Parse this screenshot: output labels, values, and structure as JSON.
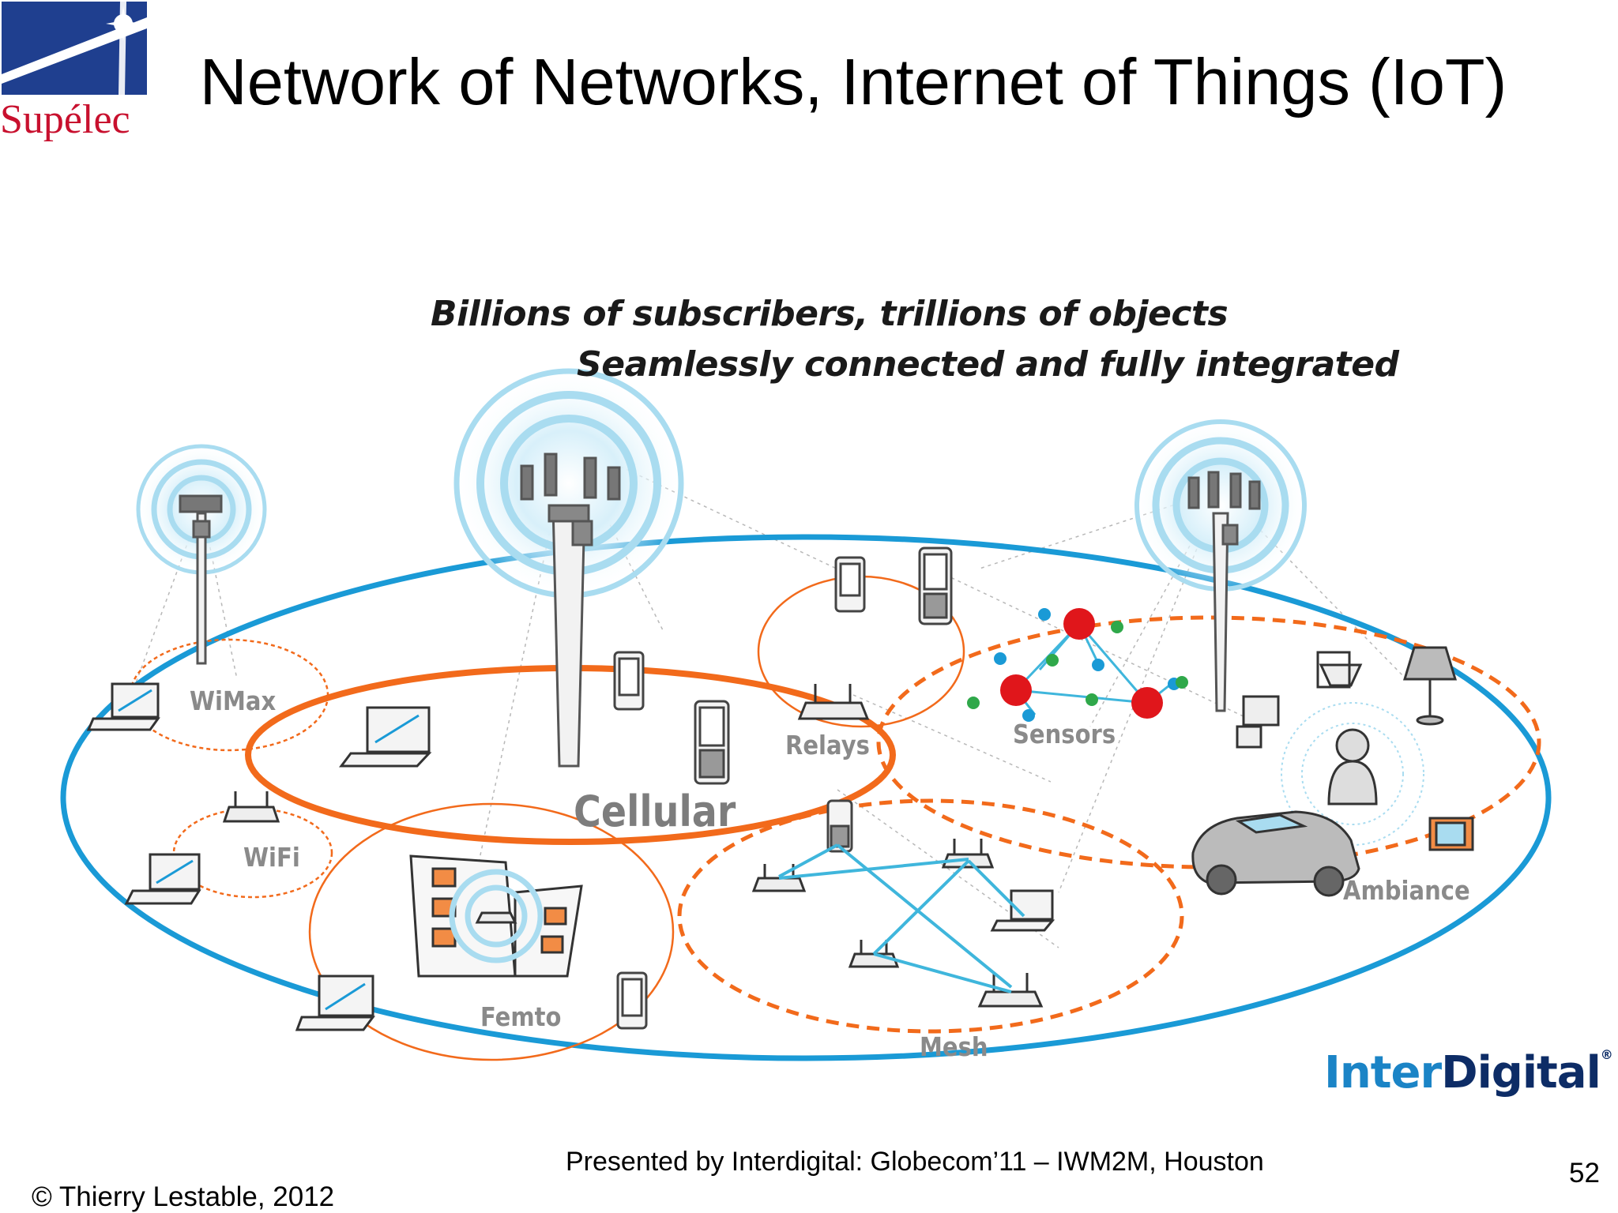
{
  "slide": {
    "logo_text": "Supélec",
    "title": "Network of Networks, Internet of Things (IoT)",
    "headline_1": "Billions of subscribers, trillions of objects",
    "headline_2": "Seamlessly connected and fully integrated",
    "page_number": "52",
    "copyright": "© Thierry Lestable, 2012",
    "presented_by": "Presented by Interdigital: Globecom’11 – IWM2M, Houston"
  },
  "diagram": {
    "labels": {
      "wimax": "WiMax",
      "cellular": "Cellular",
      "relays": "Relays",
      "sensors": "Sensors",
      "wifi": "WiFi",
      "femto": "Femto",
      "mesh": "Mesh",
      "ambiance": "Ambiance"
    },
    "brand_part_1": "Inter",
    "brand_part_2": "Digital",
    "brand_mark": "®",
    "colors": {
      "outer_ring": "#1a9ad6",
      "network_orange": "#f26a1b",
      "signal_blue": "#a9dcf0",
      "sensor_red": "#e0161b",
      "sensor_green": "#2fa84a",
      "sensor_blue": "#1a9ad6",
      "mesh_link": "#3fb6dc",
      "device_gray": "#6e6e6e"
    }
  }
}
